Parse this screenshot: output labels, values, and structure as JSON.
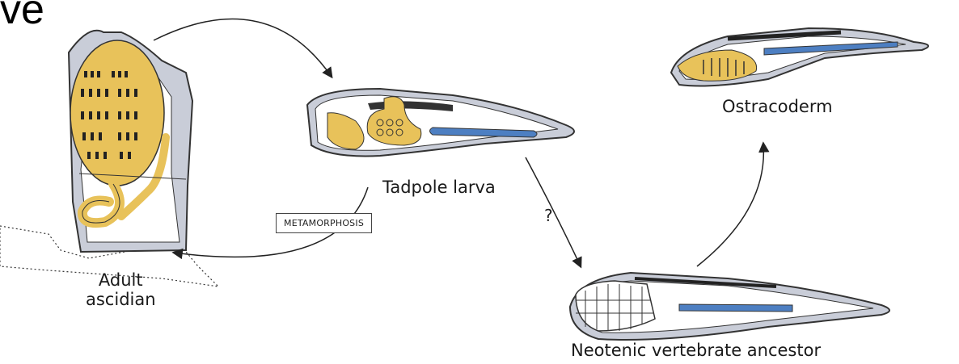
{
  "header": {
    "fragment": "ve"
  },
  "labels": {
    "adult": "Adult\nascidian",
    "tadpole": "Tadpole larva",
    "ostracoderm": "Ostracoderm",
    "ancestor": "Neotenic vertebrate ancestor",
    "metamorphosis": "METAMORPHOSIS",
    "question": "?"
  },
  "colors": {
    "yellow": "#e8c25a",
    "blue": "#4d7fc2",
    "grey": "#c9cdd8",
    "dark": "#222222"
  }
}
